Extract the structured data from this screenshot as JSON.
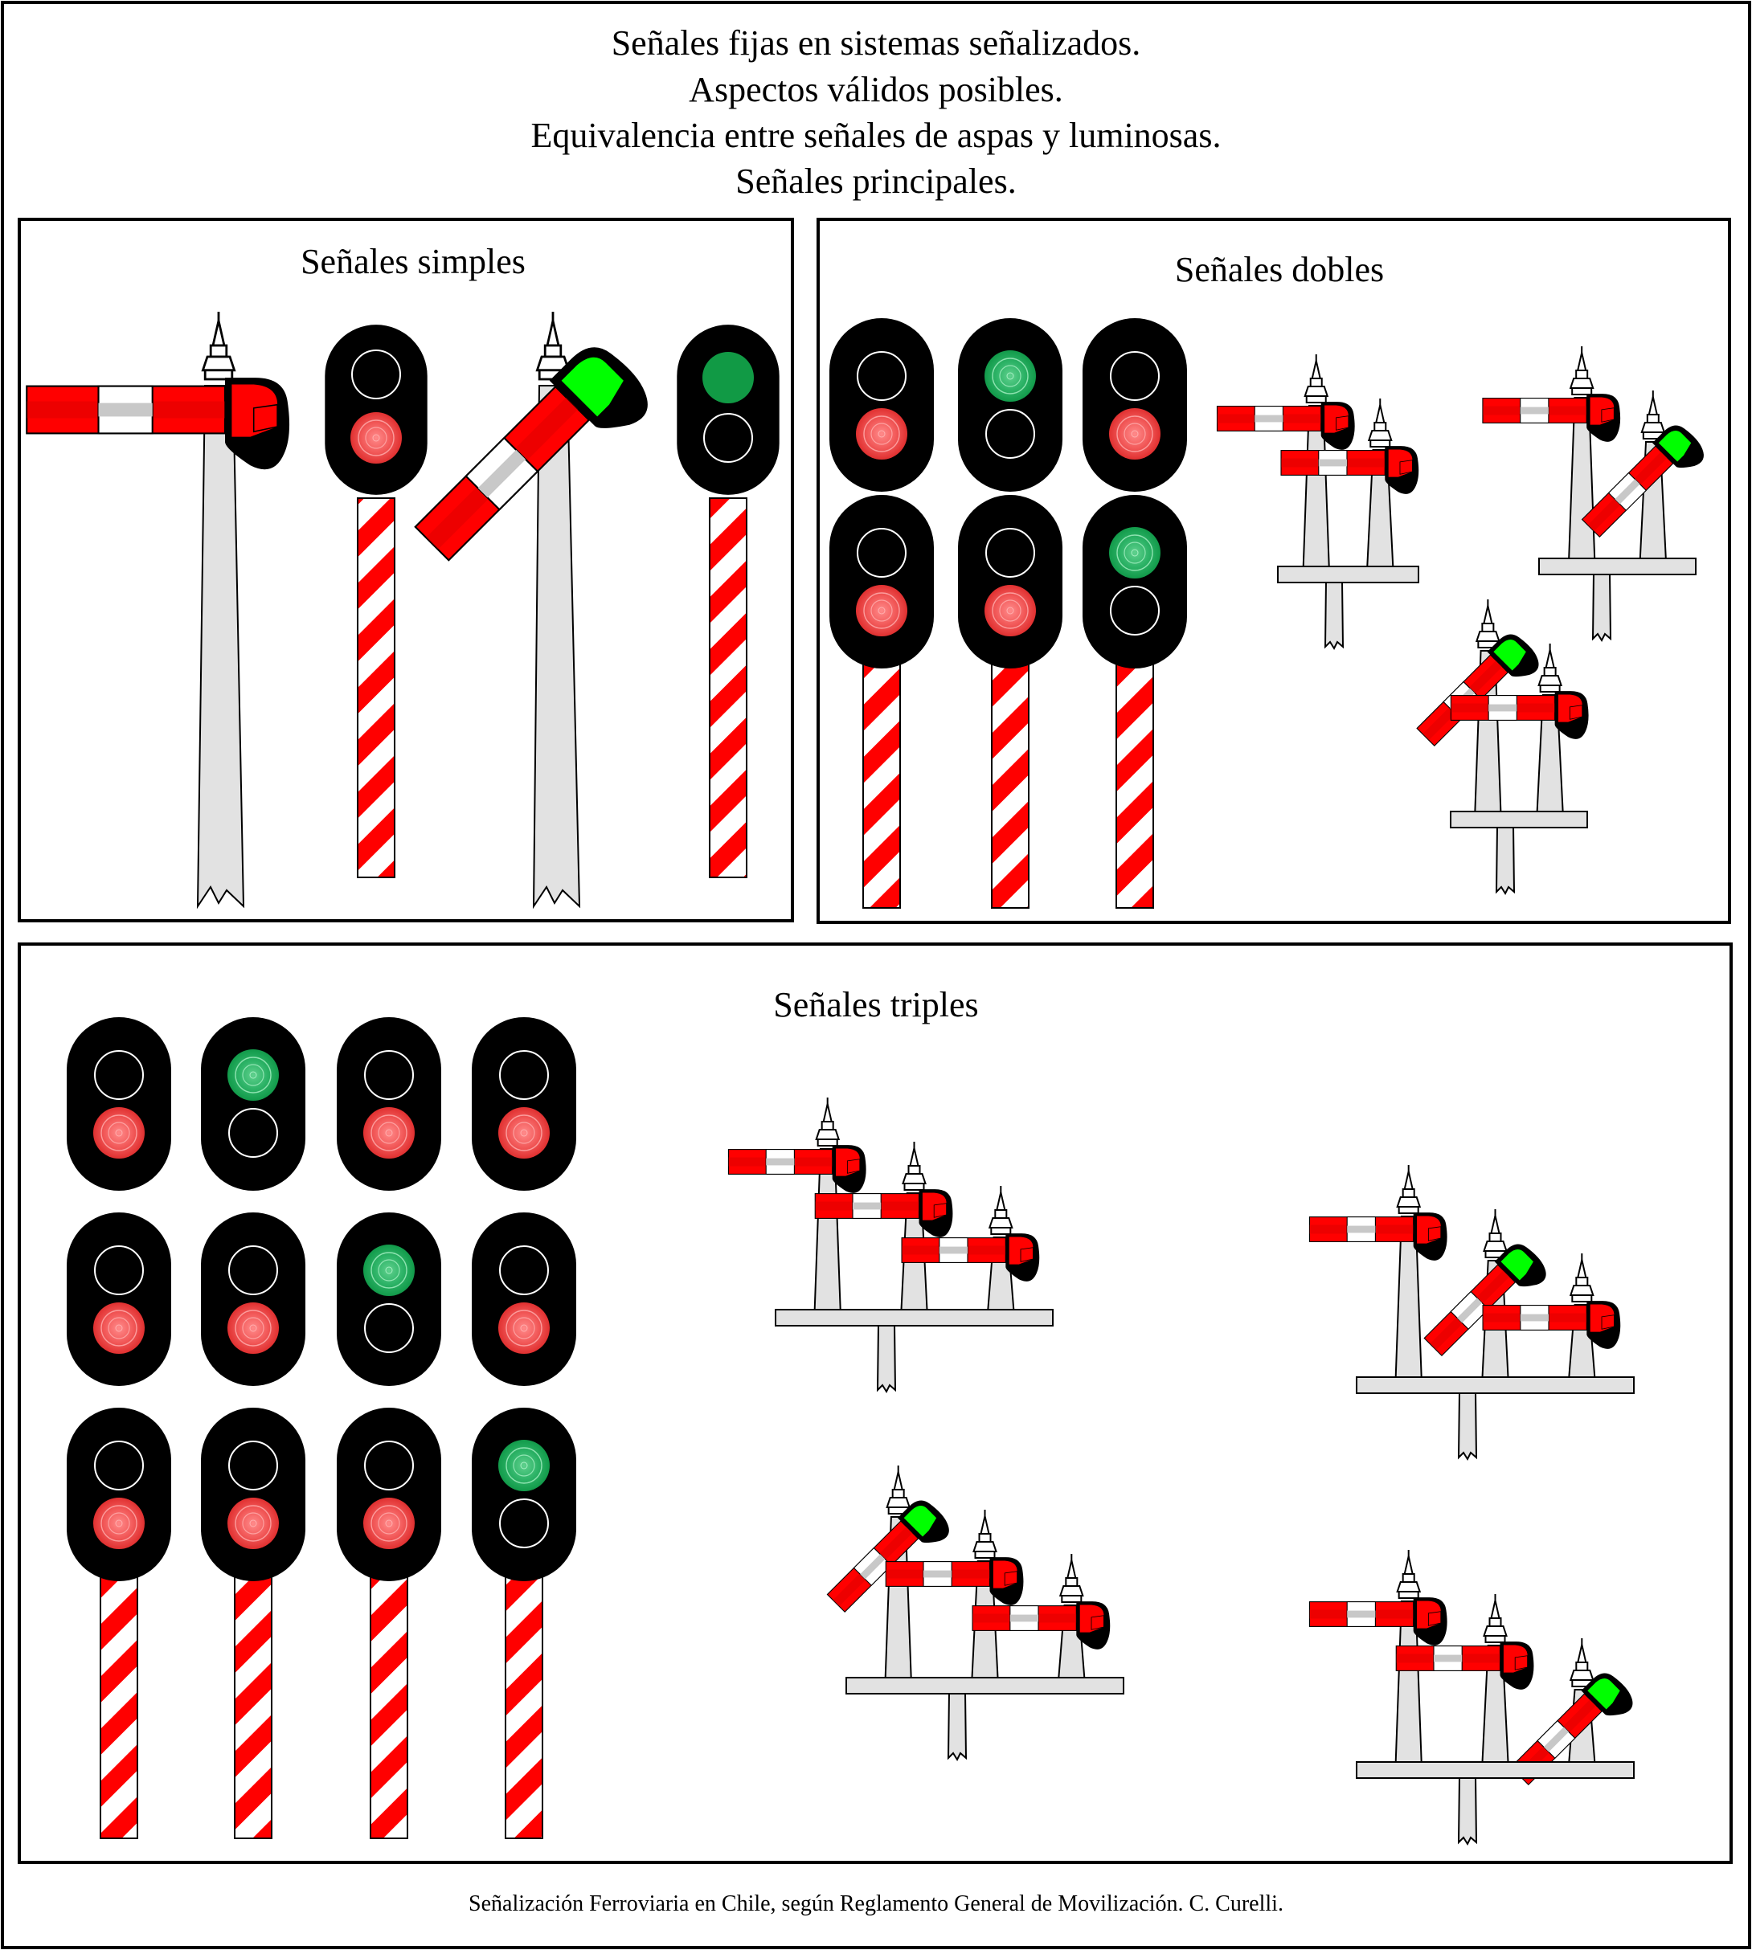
{
  "header": {
    "line1": "Señales fijas en sistemas señalizados.",
    "line2": "Aspectos válidos posibles.",
    "line3": "Equivalencia entre señales de aspas y luminosas.",
    "line4": "Señales principales."
  },
  "panels": {
    "simples": "Señales simples",
    "dobles": "Señales dobles",
    "triples": "Señales triples"
  },
  "footer": "Señalización Ferroviaria en Chile, según Reglamento General de Movilización. C. Curelli.",
  "colors": {
    "red": "#ff0000",
    "green_lamp": "#119a45",
    "green_arm": "#00ff00",
    "mast_gray": "#e2e2e2",
    "housing": "#000000"
  },
  "aspects": {
    "simples": [
      {
        "type": "semaphore",
        "arm": "horizontal",
        "indication": "red"
      },
      {
        "type": "light",
        "lamps": [
          "off",
          "red"
        ]
      },
      {
        "type": "semaphore",
        "arm": "raised",
        "indication": "green"
      },
      {
        "type": "light",
        "lamps": [
          "green",
          "off"
        ]
      }
    ],
    "dobles": {
      "light_signals": [
        [
          [
            "off",
            "red"
          ],
          [
            "off",
            "red"
          ]
        ],
        [
          [
            "green",
            "off"
          ],
          [
            "off",
            "red"
          ]
        ],
        [
          [
            "off",
            "red"
          ],
          [
            "green",
            "off"
          ]
        ]
      ],
      "bracket_signals": [
        [
          "horizontal",
          "horizontal"
        ],
        [
          "horizontal",
          "raised"
        ],
        [
          "raised",
          "horizontal"
        ]
      ]
    },
    "triples": {
      "light_signals": [
        [
          [
            "off",
            "red"
          ],
          [
            "off",
            "red"
          ],
          [
            "off",
            "red"
          ]
        ],
        [
          [
            "green",
            "off"
          ],
          [
            "off",
            "red"
          ],
          [
            "off",
            "red"
          ]
        ],
        [
          [
            "off",
            "red"
          ],
          [
            "green",
            "off"
          ],
          [
            "off",
            "red"
          ]
        ],
        [
          [
            "off",
            "red"
          ],
          [
            "off",
            "red"
          ],
          [
            "green",
            "off"
          ]
        ]
      ],
      "bracket_signals": [
        [
          "horizontal",
          "horizontal",
          "horizontal"
        ],
        [
          "horizontal",
          "raised",
          "horizontal"
        ],
        [
          "raised",
          "horizontal",
          "horizontal"
        ],
        [
          "horizontal",
          "horizontal",
          "raised"
        ]
      ]
    }
  }
}
